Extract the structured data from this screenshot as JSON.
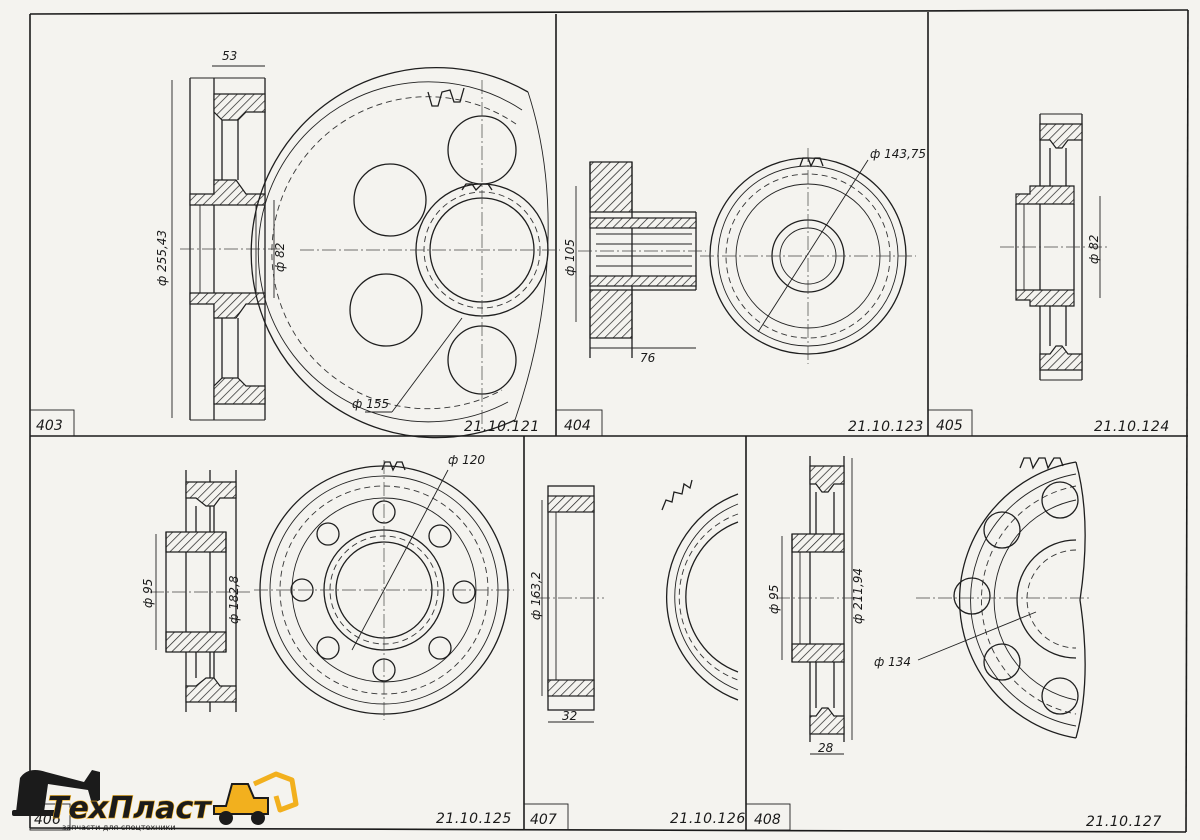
{
  "panels": [
    {
      "number": "403",
      "code": "21.10.121",
      "dims": [
        "53",
        "ф 255,43",
        "ф 82",
        "ф 155"
      ]
    },
    {
      "number": "404",
      "code": "21.10.123",
      "dims": [
        "ф 105",
        "76",
        "ф 143,75"
      ]
    },
    {
      "number": "405",
      "code": "21.10.124",
      "dims": [
        "ф 82"
      ]
    },
    {
      "number": "406",
      "code": "21.10.125",
      "dims": [
        "ф 95",
        "ф 182,8",
        "ф 120"
      ]
    },
    {
      "number": "407",
      "code": "21.10.126",
      "dims": [
        "ф 163,2",
        "32"
      ]
    },
    {
      "number": "408",
      "code": "21.10.127",
      "dims": [
        "ф 95",
        "ф 211,94",
        "28",
        "ф 134"
      ]
    }
  ],
  "logo": {
    "name": "ТехПласт",
    "tagline": "запчасти для спецтехники"
  },
  "colors": {
    "ink": "#1a1a1a",
    "paper": "#f4f3ef",
    "logo_accent": "#f2b01e",
    "logo_dark": "#1b1b1b"
  }
}
